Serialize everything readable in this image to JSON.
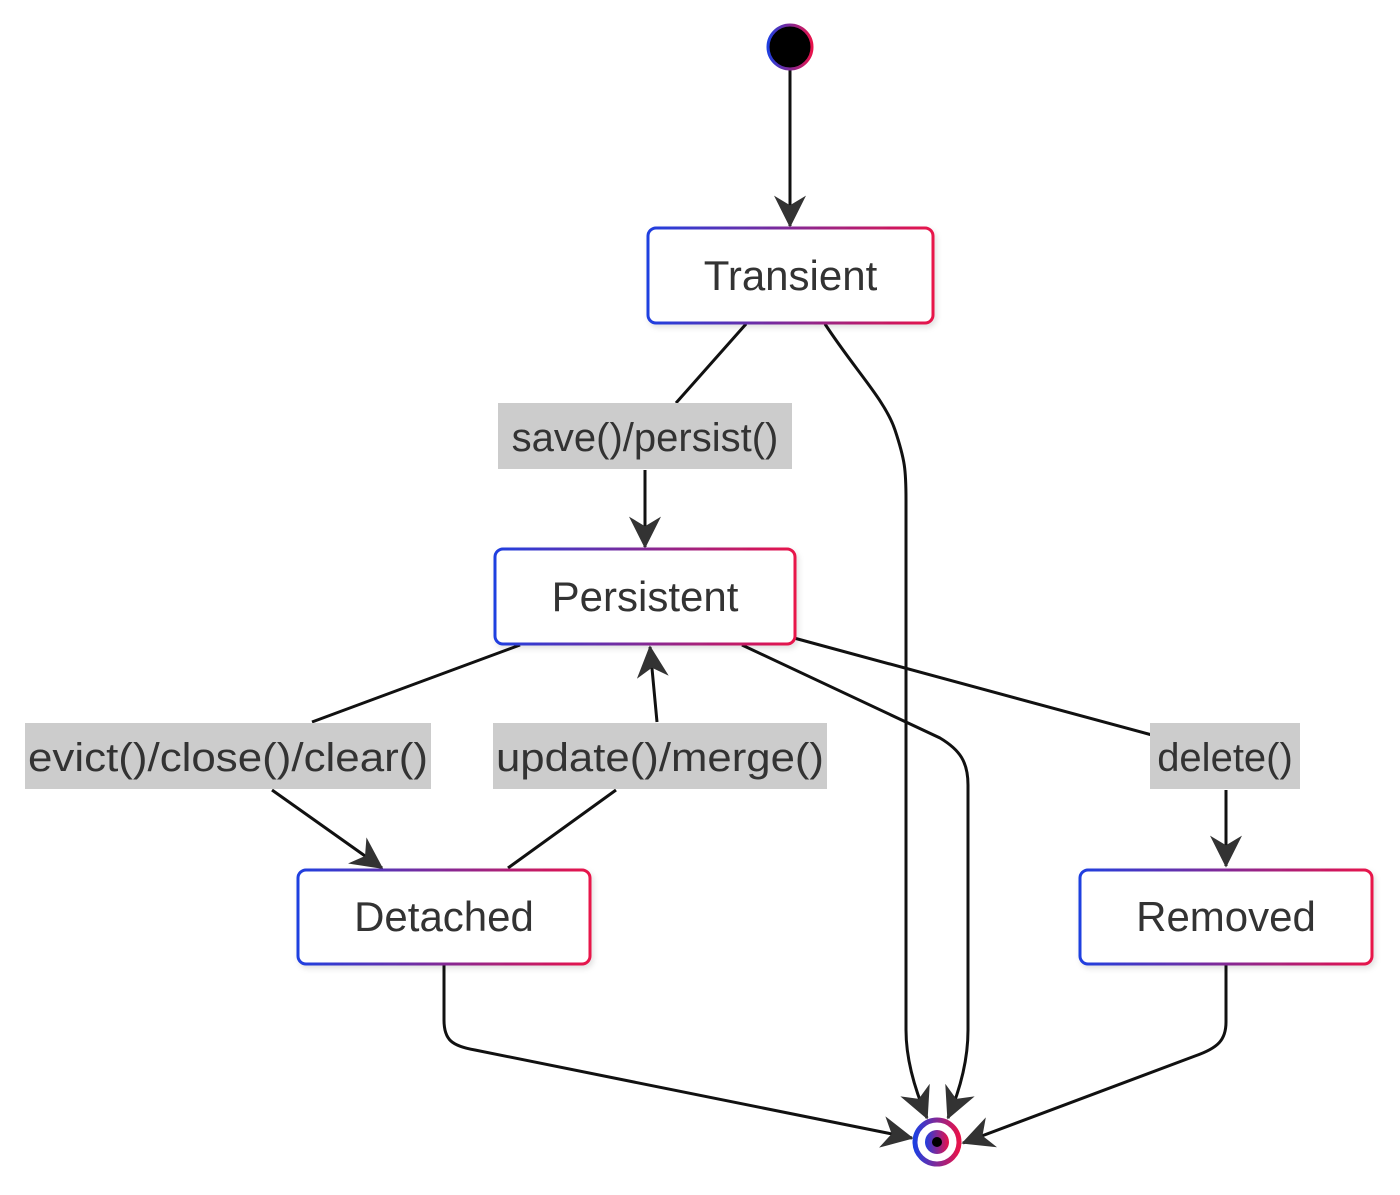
{
  "states": {
    "transient": "Transient",
    "persistent": "Persistent",
    "detached": "Detached",
    "removed": "Removed"
  },
  "transitions": {
    "transient_to_persistent": "save()/persist()",
    "persistent_to_detached": "evict()/close()/clear()",
    "detached_to_persistent": "update()/merge()",
    "persistent_to_removed": "delete()"
  },
  "colors": {
    "border_start": "#1f3fe0",
    "border_end": "#e8124a",
    "edge": "#111111",
    "label_background": "#cccccc",
    "text": "#333333"
  }
}
